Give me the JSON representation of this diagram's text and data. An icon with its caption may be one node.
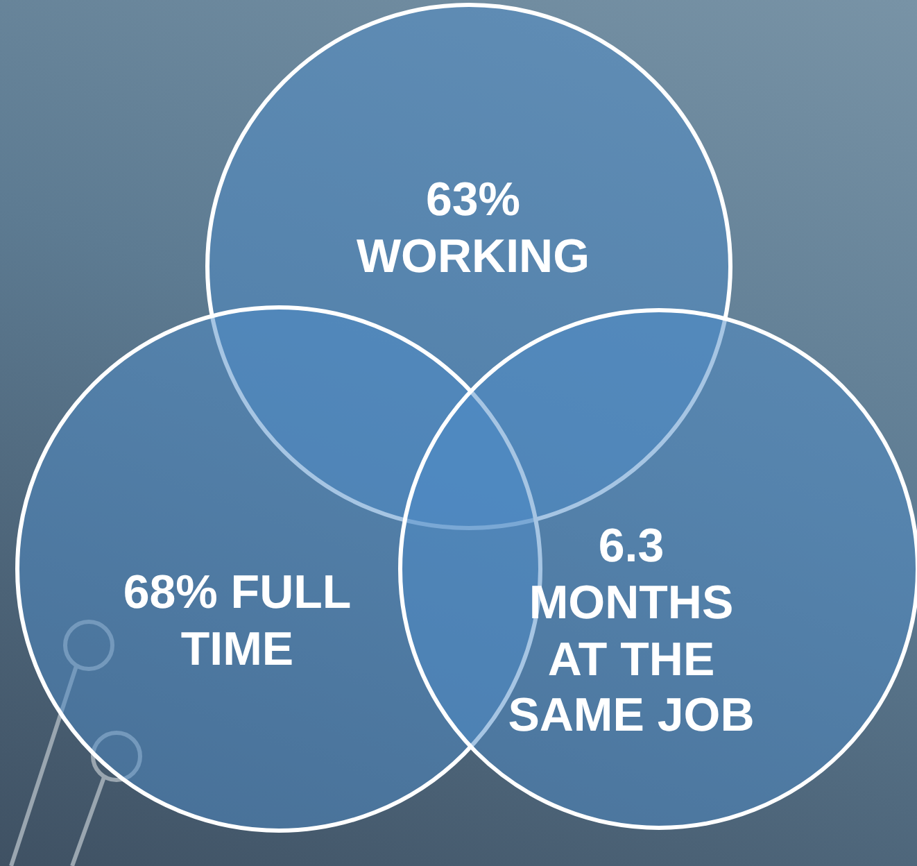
{
  "diagram": {
    "nodes": [
      {
        "text": [
          "63% WORKING"
        ]
      },
      {
        "text": [
          "68% FULL TIME"
        ]
      },
      {
        "text": [
          "6.3 MONTHS AT THE SAME JOB"
        ]
      }
    ]
  }
}
